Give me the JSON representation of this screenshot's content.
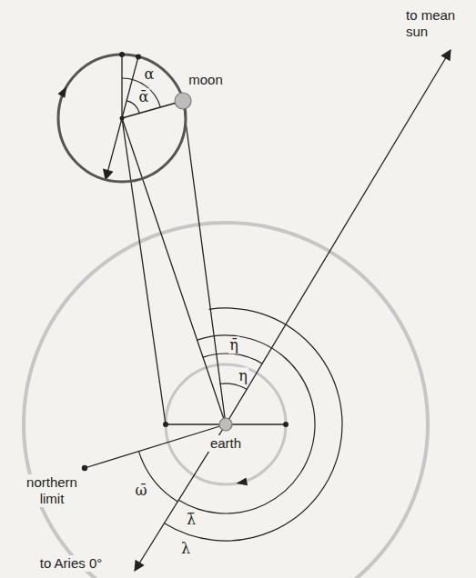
{
  "diagram": {
    "labels": [
      "to mean sun",
      "moon",
      "α",
      "ᾱ",
      "η̄",
      "η",
      "earth",
      "northern limit",
      "ω̄",
      "λ̄",
      "λ",
      "to Aries 0°"
    ]
  }
}
